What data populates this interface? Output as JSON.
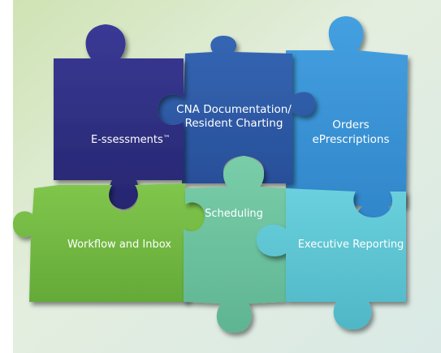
{
  "pieces": {
    "essessments": {
      "label": "E-ssessments",
      "tm": "™",
      "color": "#2f2f86"
    },
    "cna": {
      "line1": "CNA Documentation/",
      "line2": "Resident Charting",
      "color": "#2f5aa7"
    },
    "orders": {
      "line1": "Orders",
      "line2": "ePrescriptions",
      "color": "#3a8fd3"
    },
    "workflow": {
      "label": "Workflow and Inbox",
      "color": "#74bb43"
    },
    "scheduling": {
      "label": "Scheduling",
      "color": "#6cc39e"
    },
    "executive": {
      "label": "Executive Reporting",
      "color": "#5cc3d2"
    }
  }
}
